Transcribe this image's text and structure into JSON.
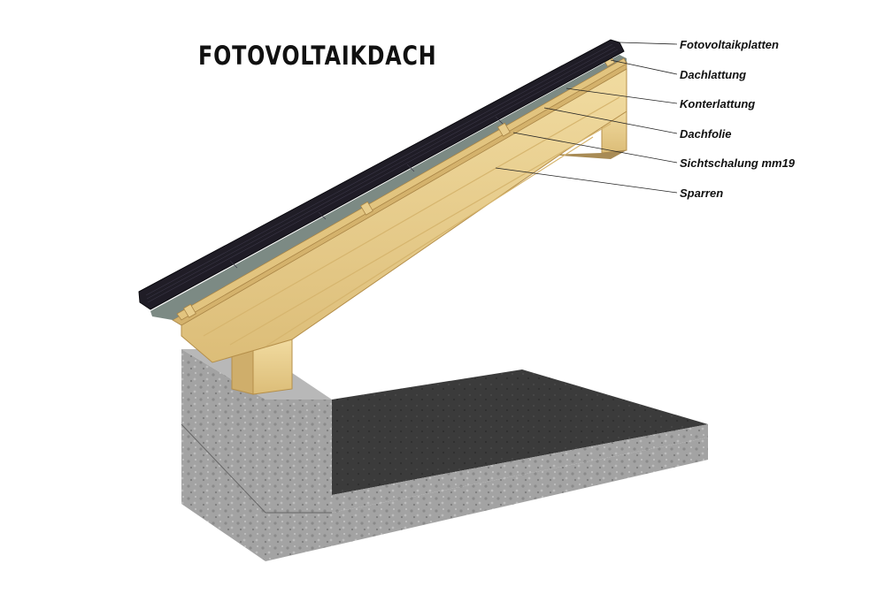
{
  "title": "FOTOVOLTAIKDACH",
  "labels": [
    {
      "id": "fotovoltaikplatten",
      "text": "Fotovoltaikplatten"
    },
    {
      "id": "dachlattung",
      "text": "Dachlattung"
    },
    {
      "id": "konterlattung",
      "text": "Konterlattung"
    },
    {
      "id": "dachfolie",
      "text": "Dachfolie"
    },
    {
      "id": "sichtschalung",
      "text": "Sichtschalung mm19"
    },
    {
      "id": "sparren",
      "text": "Sparren"
    }
  ],
  "colors": {
    "panel": "#1c1a24",
    "wood": "#e9cf8e",
    "wood_dark": "#c9a862",
    "foil": "#7c8a84",
    "concrete_side": "#9a9a9a",
    "slab_top": "#3a3a3a"
  }
}
